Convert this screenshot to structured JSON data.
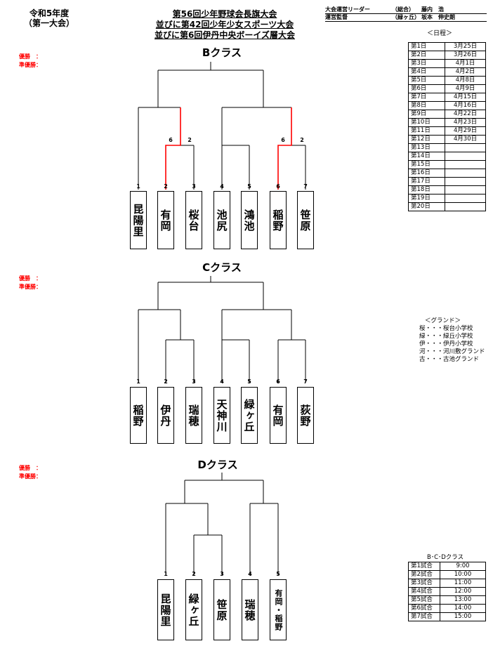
{
  "header": {
    "era": "令和5年度",
    "era_sub": "（第一大会）",
    "title_lines": [
      "第56回少年野球会長旗大会",
      "並びに第42回少年少女スポーツ大会",
      "並びに第6回伊丹中央ボーイズ層大会"
    ],
    "staff": [
      {
        "role": "大会運営リーダー",
        "team": "（総合）",
        "name": "藤内　浩"
      },
      {
        "role": "運営監督",
        "team": "（緑ヶ丘）",
        "name": "坂本　伸史朗"
      }
    ]
  },
  "labels": {
    "winner": "優勝　：",
    "runner_up": "準優勝："
  },
  "schedule": {
    "title": "＜日程＞",
    "rows": [
      [
        "第1日",
        "3月25日"
      ],
      [
        "第2日",
        "3月26日"
      ],
      [
        "第3日",
        "4月1日"
      ],
      [
        "第4日",
        "4月2日"
      ],
      [
        "第5日",
        "4月8日"
      ],
      [
        "第6日",
        "4月9日"
      ],
      [
        "第7日",
        "4月15日"
      ],
      [
        "第8日",
        "4月16日"
      ],
      [
        "第9日",
        "4月22日"
      ],
      [
        "第10日",
        "4月23日"
      ],
      [
        "第11日",
        "4月29日"
      ],
      [
        "第12日",
        "4月30日"
      ],
      [
        "第13日",
        ""
      ],
      [
        "第14日",
        ""
      ],
      [
        "第15日",
        ""
      ],
      [
        "第16日",
        ""
      ],
      [
        "第17日",
        ""
      ],
      [
        "第18日",
        ""
      ],
      [
        "第19日",
        ""
      ],
      [
        "第20日",
        ""
      ]
    ]
  },
  "grounds": {
    "title": "＜グランド＞",
    "items": [
      "桜・・・桜台小学校",
      "緑・・・緑丘小学校",
      "伊・・・伊丹小学校",
      "河・・・河川敷グランド",
      "古・・・古池グランド"
    ]
  },
  "times": {
    "title": "B･C･Dクラス",
    "rows": [
      [
        "第1試合",
        "9:00"
      ],
      [
        "第2試合",
        "10:00"
      ],
      [
        "第3試合",
        "11:00"
      ],
      [
        "第4試合",
        "12:00"
      ],
      [
        "第5試合",
        "13:00"
      ],
      [
        "第6試合",
        "14:00"
      ],
      [
        "第7試合",
        "15:00"
      ]
    ]
  },
  "brackets": [
    {
      "name": "Bクラス",
      "teams": [
        [
          "1",
          "昆陽里"
        ],
        [
          "2",
          "有岡"
        ],
        [
          "3",
          "桜台"
        ],
        [
          "4",
          "池尻"
        ],
        [
          "5",
          "鴻池"
        ],
        [
          "6",
          "稲野"
        ],
        [
          "7",
          "笹原"
        ]
      ],
      "scores": [
        {
          "match": "2-3",
          "left": "6",
          "right": "2"
        },
        {
          "match": "6-7",
          "left": "6",
          "right": "2"
        }
      ]
    },
    {
      "name": "Cクラス",
      "teams": [
        [
          "1",
          "稲野"
        ],
        [
          "2",
          "伊丹"
        ],
        [
          "3",
          "瑞穂"
        ],
        [
          "4",
          "天神川"
        ],
        [
          "5",
          "緑ヶ丘"
        ],
        [
          "6",
          "有岡"
        ],
        [
          "7",
          "荻野"
        ]
      ]
    },
    {
      "name": "Dクラス",
      "teams": [
        [
          "1",
          "昆陽里"
        ],
        [
          "2",
          "緑ヶ丘"
        ],
        [
          "3",
          "笹原"
        ],
        [
          "4",
          "瑞穂"
        ],
        [
          "5",
          "有岡・稲野"
        ]
      ]
    }
  ],
  "colors": {
    "winner_path": "#ff0000",
    "label": "#ff0000"
  }
}
